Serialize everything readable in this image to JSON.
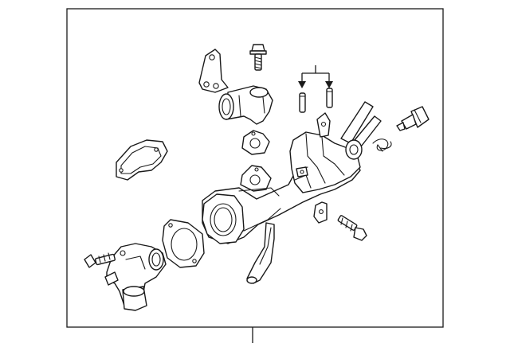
{
  "diagram": {
    "colors": {
      "line": "#1a1a1a",
      "background": "#ffffff"
    },
    "parts": [
      "main-frame",
      "mounting-bracket",
      "bolt-top",
      "water-outlet-elbow",
      "gasket-small-left",
      "gasket-small-right",
      "dowel-pin-left",
      "dowel-pin-right",
      "water-pipe-housing",
      "bypass-hose-pipe",
      "clip",
      "temperature-sensor",
      "gasket-left-plate",
      "gasket-round",
      "bolt-right",
      "thermostat-housing",
      "bolt-left",
      "small-bracket"
    ]
  }
}
